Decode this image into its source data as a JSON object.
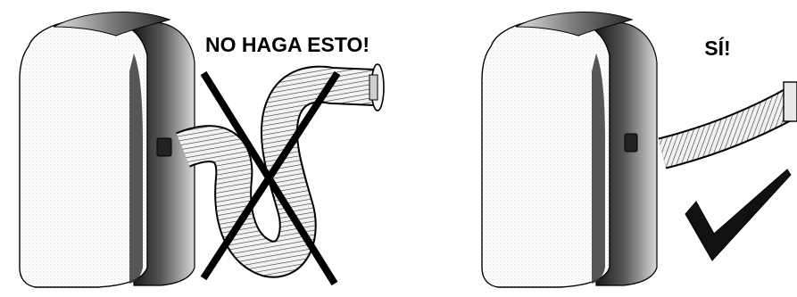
{
  "panels": [
    {
      "id": "wrong",
      "caption": "NO HAGA ESTO!",
      "mark": "cross-mark"
    },
    {
      "id": "right",
      "caption": "SÍ!",
      "mark": "check-mark"
    }
  ],
  "colors": {
    "ink": "#000000",
    "paper": "#ffffff"
  }
}
